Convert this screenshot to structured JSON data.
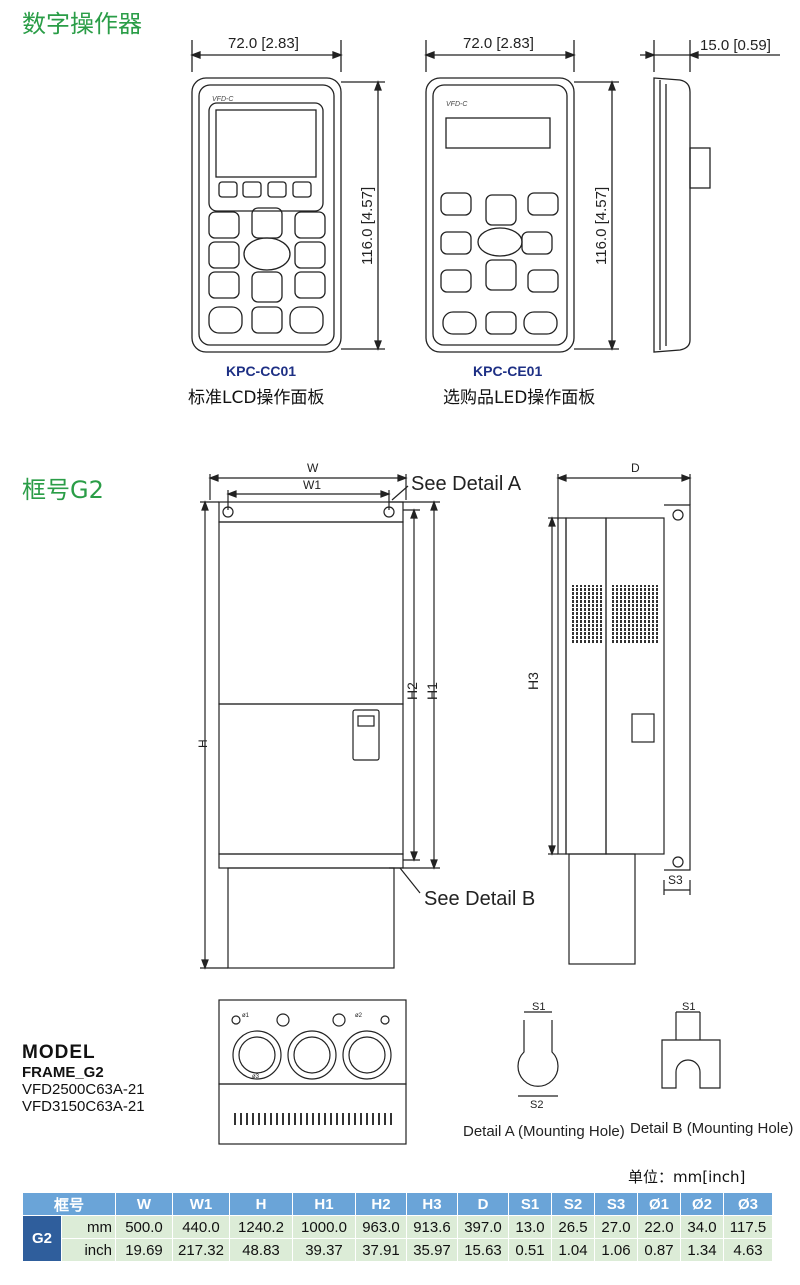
{
  "sections": {
    "keypad_title": "数字操作器",
    "frame_title": "框号G2"
  },
  "keypads": [
    {
      "model": "KPC-CC01",
      "desc": "标准LCD操作面板",
      "width_dim": "72.0 [2.83]",
      "height_dim": "116.0 [4.57]"
    },
    {
      "model": "KPC-CE01",
      "desc": "选购品LED操作面板",
      "width_dim": "72.0 [2.83]",
      "height_dim": "116.0 [4.57]"
    }
  ],
  "side_view": {
    "depth_dim": "15.0 [0.59]"
  },
  "drawing_labels": {
    "W": "W",
    "W1": "W1",
    "H": "H",
    "H1": "H1",
    "H2": "H2",
    "H3": "H3",
    "D": "D",
    "S3": "S3",
    "S1": "S1",
    "S2": "S2",
    "detail_a": "See Detail A",
    "detail_b": "See Detail B",
    "detail_a_caption": "Detail A (Mounting Hole)",
    "detail_b_caption": "Detail B (Mounting Hole)",
    "hole1": "ø1",
    "hole2": "ø2",
    "hole3": "ø3"
  },
  "model": {
    "title": "MODEL",
    "frame": "FRAME_G2",
    "models": [
      "VFD2500C63A-21",
      "VFD3150C63A-21"
    ]
  },
  "unit_label": "单位：mm[inch]",
  "table": {
    "headers": [
      "框号",
      "W",
      "W1",
      "H",
      "H1",
      "H2",
      "H3",
      "D",
      "S1",
      "S2",
      "S3",
      "Ø1",
      "Ø2",
      "Ø3"
    ],
    "frame": "G2",
    "rows": [
      {
        "unit": "mm",
        "values": [
          "500.0",
          "440.0",
          "1240.2",
          "1000.0",
          "963.0",
          "913.6",
          "397.0",
          "13.0",
          "26.5",
          "27.0",
          "22.0",
          "34.0",
          "117.5"
        ]
      },
      {
        "unit": "inch",
        "values": [
          "19.69",
          "217.32",
          "48.83",
          "39.37",
          "37.91",
          "35.97",
          "15.63",
          "0.51",
          "1.04",
          "1.06",
          "0.87",
          "1.34",
          "4.63"
        ]
      }
    ]
  }
}
